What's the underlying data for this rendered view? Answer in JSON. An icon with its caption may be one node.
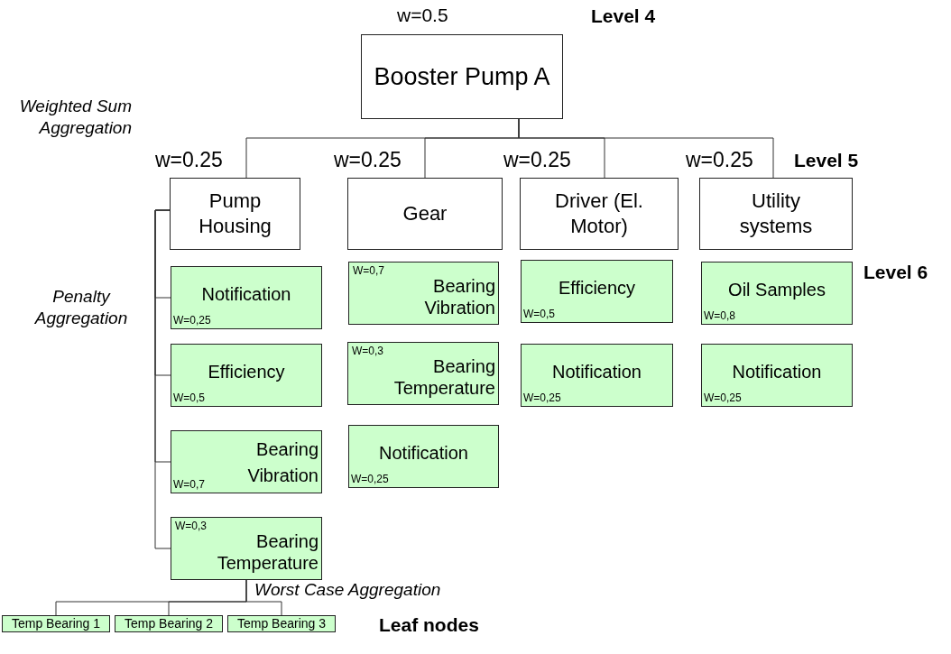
{
  "diagram": {
    "nodes": [
      {
        "text": [
          "Booster Pump A"
        ],
        "beside": [
          "w=0.5"
        ]
      },
      {
        "text": [
          "Pump Housing"
        ],
        "beside": [
          "w=0.25"
        ]
      },
      {
        "text": [
          "Gear"
        ],
        "beside": [
          "w=0.25"
        ]
      },
      {
        "text": [
          "Driver (El. Motor)"
        ],
        "beside": [
          "w=0.25"
        ]
      },
      {
        "text": [
          "Utility systems"
        ],
        "beside": [
          "w=0.25"
        ]
      },
      {
        "text": [
          "Notification",
          "W=0,25"
        ]
      },
      {
        "text": [
          "Efficiency",
          "W=0,5"
        ]
      },
      {
        "text": [
          "Bearing Vibration",
          "W=0,7"
        ]
      },
      {
        "text": [
          "W=0,3",
          "Bearing Temperature"
        ]
      },
      {
        "text": [
          "W=0,7",
          "Bearing Vibration"
        ]
      },
      {
        "text": [
          "W=0,3",
          "Bearing Temperature"
        ]
      },
      {
        "text": [
          "Notification",
          "W=0,25"
        ]
      },
      {
        "text": [
          "Efficiency",
          "W=0,5"
        ]
      },
      {
        "text": [
          "Notification",
          "W=0,25"
        ]
      },
      {
        "text": [
          "Oil Samples",
          "W=0,8"
        ]
      },
      {
        "text": [
          "Notification",
          "W=0,25"
        ]
      },
      {
        "text": [
          "Temp Bearing 1"
        ]
      },
      {
        "text": [
          "Temp Bearing 2"
        ]
      },
      {
        "text": [
          "Temp Bearing 3"
        ]
      }
    ],
    "edges": [
      {
        "from": 0,
        "to": 1,
        "arrow": "none"
      },
      {
        "from": 0,
        "to": 2,
        "arrow": "none"
      },
      {
        "from": 0,
        "to": 3,
        "arrow": "none"
      },
      {
        "from": 0,
        "to": 4,
        "arrow": "none"
      },
      {
        "from": 1,
        "to": 5,
        "arrow": "none"
      },
      {
        "from": 1,
        "to": 6,
        "arrow": "none"
      },
      {
        "from": 1,
        "to": 7,
        "arrow": "none"
      },
      {
        "from": 1,
        "to": 8,
        "arrow": "none"
      },
      {
        "from": 8,
        "to": 16,
        "arrow": "none"
      },
      {
        "from": 8,
        "to": 17,
        "arrow": "none"
      },
      {
        "from": 8,
        "to": 18,
        "arrow": "none"
      }
    ],
    "labels": [
      "Level 4",
      "Weighted Sum Aggregation",
      "Level 5",
      "Level 6",
      "Penalty Aggregation",
      "Worst Case Aggregation",
      "Leaf nodes"
    ]
  }
}
